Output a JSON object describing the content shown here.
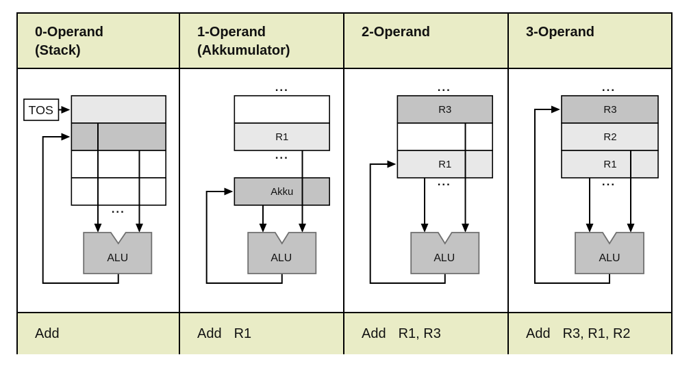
{
  "colors": {
    "band_bg": "#e9ecc6",
    "cell_light": "#e8e8e8",
    "cell_medium": "#c3c3c3",
    "cell_white": "#ffffff",
    "alu_fill": "#c3c3c3",
    "alu_border": "#6f6f6f",
    "line": "#000000"
  },
  "ellipsis": "...",
  "columns": [
    {
      "header_line1": "0-Operand",
      "header_line2": "(Stack)",
      "mnemonic": "Add",
      "operands": "",
      "labels": {
        "tos": "TOS",
        "alu": "ALU"
      }
    },
    {
      "header_line1": "1-Operand",
      "header_line2": "(Akkumulator)",
      "mnemonic": "Add",
      "operands": "R1",
      "labels": {
        "r1": "R1",
        "akku": "Akku",
        "alu": "ALU"
      }
    },
    {
      "header_line1": "2-Operand",
      "header_line2": "",
      "mnemonic": "Add",
      "operands": "R1, R3",
      "labels": {
        "r3": "R3",
        "r1": "R1",
        "alu": "ALU"
      }
    },
    {
      "header_line1": "3-Operand",
      "header_line2": "",
      "mnemonic": "Add",
      "operands": "R3, R1, R2",
      "labels": {
        "r3": "R3",
        "r2": "R2",
        "r1": "R1",
        "alu": "ALU"
      }
    }
  ]
}
